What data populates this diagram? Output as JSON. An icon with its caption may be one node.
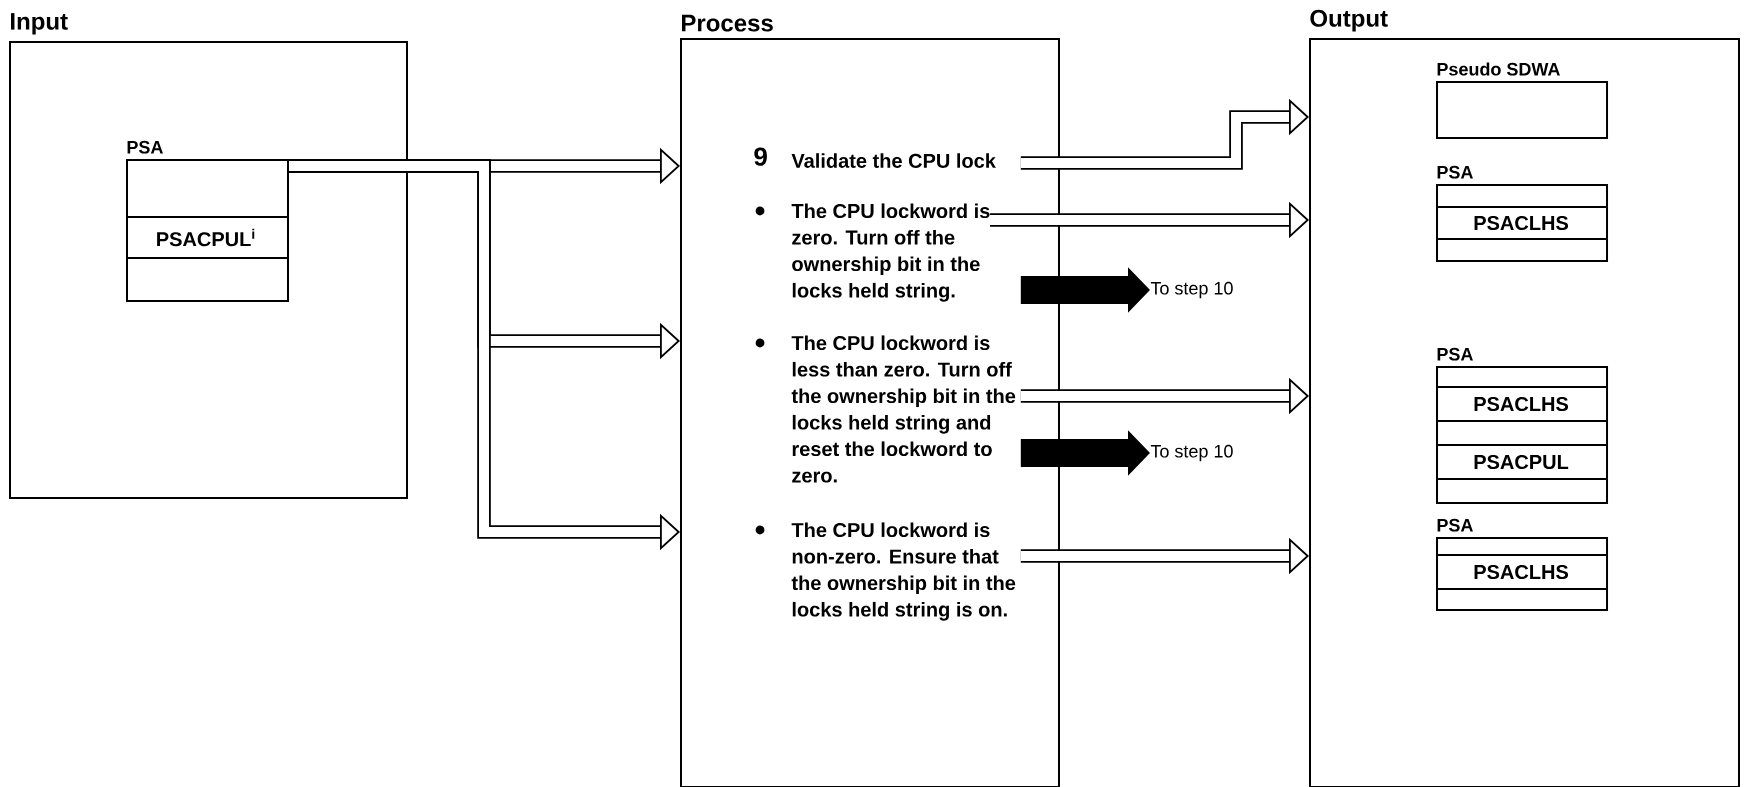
{
  "diagram": {
    "nodes": [
      {
        "text": [
          "Input"
        ]
      },
      {
        "text": [
          "PSA",
          "PSACPUL$^{i}$"
        ],
        "in": 0
      },
      {
        "text": [
          "Process"
        ]
      },
      {
        "text": [
          "9",
          "Validate the CPU lock"
        ],
        "in": 2
      },
      {
        "text": [
          "The CPU lockword is zero. Turn off the ownership bit in the locks held string."
        ],
        "in": 2
      },
      {
        "text": [
          "The CPU lockword is less than zero. Turn off the ownership bit in the locks held string and reset the lockword to zero."
        ],
        "in": 2
      },
      {
        "text": [
          "The CPU lockword is non-zero. Ensure that the ownership bit in the locks held string is on."
        ],
        "in": 2
      },
      {
        "text": [
          "To step 10"
        ]
      },
      {
        "text": [
          "To step 10"
        ]
      },
      {
        "text": [
          "Output"
        ]
      },
      {
        "text": [
          "Pseudo SDWA"
        ],
        "in": 9
      },
      {
        "text": [
          "PSA",
          "PSACLHS"
        ],
        "in": 9
      },
      {
        "text": [
          "PSA",
          "PSACLHS",
          "PSACPUL"
        ],
        "in": 9
      },
      {
        "text": [
          "PSA",
          "PSACLHS"
        ],
        "in": 9
      }
    ],
    "edges": [
      {
        "from": 1,
        "to": 2,
        "arrow": "to"
      },
      {
        "from": 1,
        "to": 2,
        "arrow": "to"
      },
      {
        "from": 1,
        "to": 2,
        "arrow": "to"
      },
      {
        "from": 3,
        "to": 9,
        "arrow": "to"
      },
      {
        "from": 4,
        "to": 9,
        "arrow": "to"
      },
      {
        "from": 5,
        "to": 9,
        "arrow": "to"
      },
      {
        "from": 6,
        "to": 9,
        "arrow": "to"
      },
      {
        "from": 4,
        "to": 7,
        "arrow": "to",
        "style": "thick"
      },
      {
        "from": 5,
        "to": 8,
        "arrow": "to",
        "style": "thick"
      }
    ]
  }
}
